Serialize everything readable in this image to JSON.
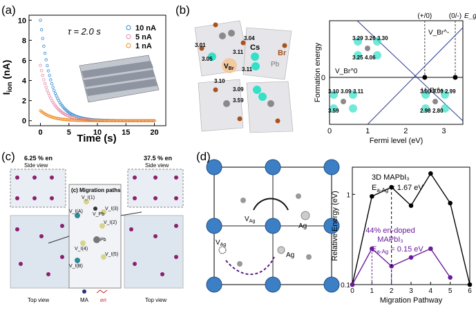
{
  "labels": {
    "a": "(a)",
    "b": "(b)",
    "c": "(c)",
    "d": "(d)"
  },
  "panel_a": {
    "chart_data": {
      "type": "scatter",
      "xlabel": "Time (s)",
      "ylabel": "I_ion (nA)",
      "xlim": [
        -2,
        22
      ],
      "ylim": [
        -0.5,
        10.5
      ],
      "x_ticks": [
        "0",
        "5",
        "10",
        "15",
        "20"
      ],
      "y_ticks": [
        "0",
        "2",
        "4",
        "6",
        "8",
        "10"
      ],
      "annotation": "τ = 2.0 s",
      "legend_position": "top-right",
      "series": [
        {
          "name": "10 nA",
          "color": "#2a8bd0",
          "I0": 10.0,
          "tau": 2.0
        },
        {
          "name": "5 nA",
          "color": "#e68aa8",
          "I0": 5.5,
          "tau": 2.0
        },
        {
          "name": "1 nA",
          "color": "#f08a24",
          "I0": 1.0,
          "tau": 2.0
        }
      ]
    }
  },
  "panel_b": {
    "structure_labels": [
      "3.04",
      "3.01",
      "3.11",
      "3.05",
      "Cs",
      "Br",
      "Pb",
      "3.10",
      "3.11",
      "3.09",
      "3.59"
    ],
    "vbr_label": "V_Br",
    "chart_data": {
      "type": "line",
      "xlabel": "Fermi level (eV)",
      "ylabel": "Formation energy",
      "x_ticks": [
        "0",
        "1",
        "2",
        "3"
      ],
      "y_ticks": [
        "0"
      ],
      "xlim": [
        0,
        3.5
      ],
      "eg": "E_g",
      "transitions": [
        {
          "label": "(+/0)",
          "x": 2.5
        },
        {
          "label": "(0/-)",
          "x": 3.3
        }
      ],
      "states": [
        "V_Br^-",
        "V_Br^0",
        "V_Br^+"
      ],
      "inset_labels": {
        "minus": [
          "3.29",
          "3.26",
          "3.30",
          "3.25",
          "4.06"
        ],
        "zero": [
          "3.10",
          "3.09",
          "3.11",
          "3.59"
        ],
        "plus": [
          "3.00",
          "3.00",
          "2.99",
          "2.98",
          "2.80"
        ]
      }
    }
  },
  "panel_c": {
    "left_title": "6.25 % en",
    "right_title": "37.5 % en",
    "side_view": "Side view",
    "top_view": "Top view",
    "migration_title": "(c) Migration paths",
    "sites": [
      "V_I(1)",
      "V_I(A)",
      "V_I(3)",
      "V_I(2)",
      "V_I(4)",
      "V_I(B)",
      "V_I(5)",
      "Pb",
      "V_Pb"
    ],
    "legend": [
      "MA",
      "en"
    ]
  },
  "panel_d": {
    "lattice_labels": {
      "vag_top": "V_Ag",
      "ag_top": "Ag",
      "vag_bottom": "V_Ag",
      "ag_bottom": "Ag"
    },
    "chart_data": {
      "type": "line",
      "xlabel": "Migration Pathway",
      "ylabel": "Relative Energy (eV)",
      "log_y": true,
      "ylim": [
        0.1,
        2.0
      ],
      "xlim": [
        0,
        6
      ],
      "x_ticks": [
        "0",
        "1",
        "2",
        "3",
        "4",
        "5",
        "6"
      ],
      "y_ticks": [
        "0.1",
        "1"
      ],
      "series": [
        {
          "name": "3D MAPbI3",
          "label_energy": "E_a-Ag = 1.67 eV",
          "color": "#000000",
          "x": [
            0,
            1,
            2,
            3,
            4,
            5,
            6
          ],
          "y": [
            0.1,
            0.95,
            1.2,
            0.75,
            1.7,
            0.8,
            0.1
          ]
        },
        {
          "name": "44% en-doped MAPbI3",
          "label_energy": "E_a-Ag = 0.15 eV",
          "color": "#6a1b9a",
          "x": [
            0,
            1,
            2,
            3,
            4,
            5
          ],
          "y": [
            0.1,
            0.25,
            0.16,
            0.2,
            0.25,
            0.12
          ]
        }
      ],
      "series_text": {
        "black_title": "3D MAPbI₃",
        "black_energy": "E",
        "purple_title1": "44% en-doped",
        "purple_title2": "MAPbI₃",
        "purple_energy": "E"
      }
    }
  }
}
